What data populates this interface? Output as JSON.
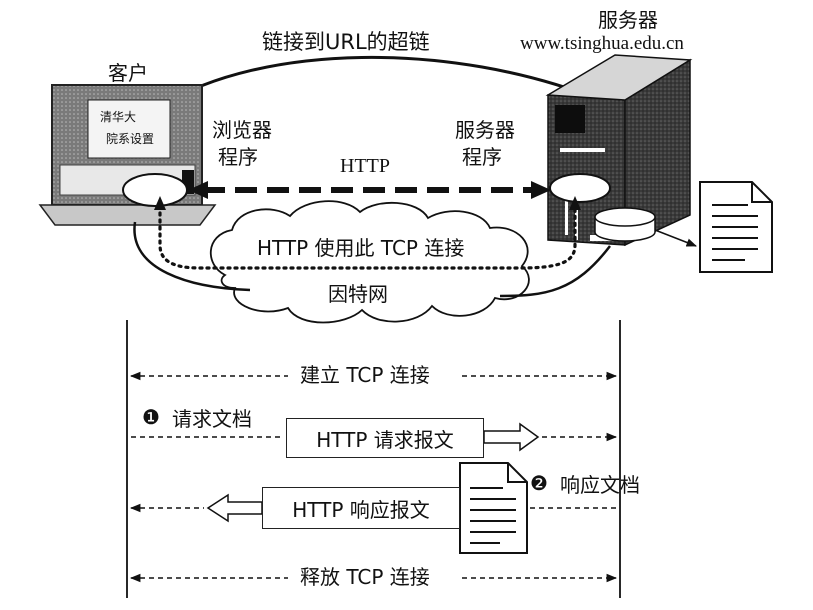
{
  "top": {
    "hyperlink_label": "链接到URL的超链",
    "server_label": "服务器",
    "server_domain": "www.tsinghua.edu.cn",
    "client_label": "客户",
    "browser_program": [
      "浏览器",
      "程序"
    ],
    "server_program": [
      "服务器",
      "程序"
    ],
    "http_label": "HTTP",
    "cloud_connection": "HTTP 使用此 TCP 连接",
    "internet_label": "因特网",
    "monitor_screen_text": [
      "清华大",
      "院系设置"
    ]
  },
  "sequence": {
    "establish": "建立 TCP 连接",
    "request_marker": "❶",
    "request_doc": "请求文档",
    "request_message": "HTTP 请求报文",
    "response_marker": "❷",
    "response_doc": "响应文档",
    "response_message": "HTTP 响应报文",
    "release": "释放 TCP 连接"
  }
}
